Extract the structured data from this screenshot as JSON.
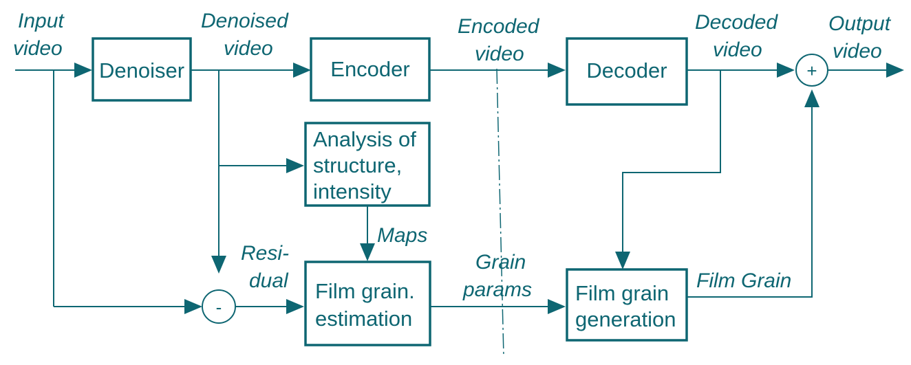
{
  "blocks": {
    "denoiser": "Denoiser",
    "encoder": "Encoder",
    "decoder": "Decoder",
    "analysis": [
      "Analysis of",
      "structure,",
      "intensity"
    ],
    "estimation": [
      "Film grain.",
      "estimation"
    ],
    "generation": [
      "Film grain",
      "generation"
    ]
  },
  "labels": {
    "input_video": [
      "Input",
      "video"
    ],
    "denoised_video": [
      "Denoised",
      "video"
    ],
    "encoded_video": [
      "Encoded",
      "video"
    ],
    "decoded_video": [
      "Decoded",
      "video"
    ],
    "output_video": [
      "Output",
      "video"
    ],
    "maps": "Maps",
    "residual": [
      "Resi-",
      "dual"
    ],
    "grain_params": [
      "Grain",
      "params"
    ],
    "film_grain": "Film Grain"
  },
  "operators": {
    "add": "+",
    "subtract": "-"
  },
  "colors": {
    "primary": "#0e6672",
    "background": "#ffffff"
  }
}
